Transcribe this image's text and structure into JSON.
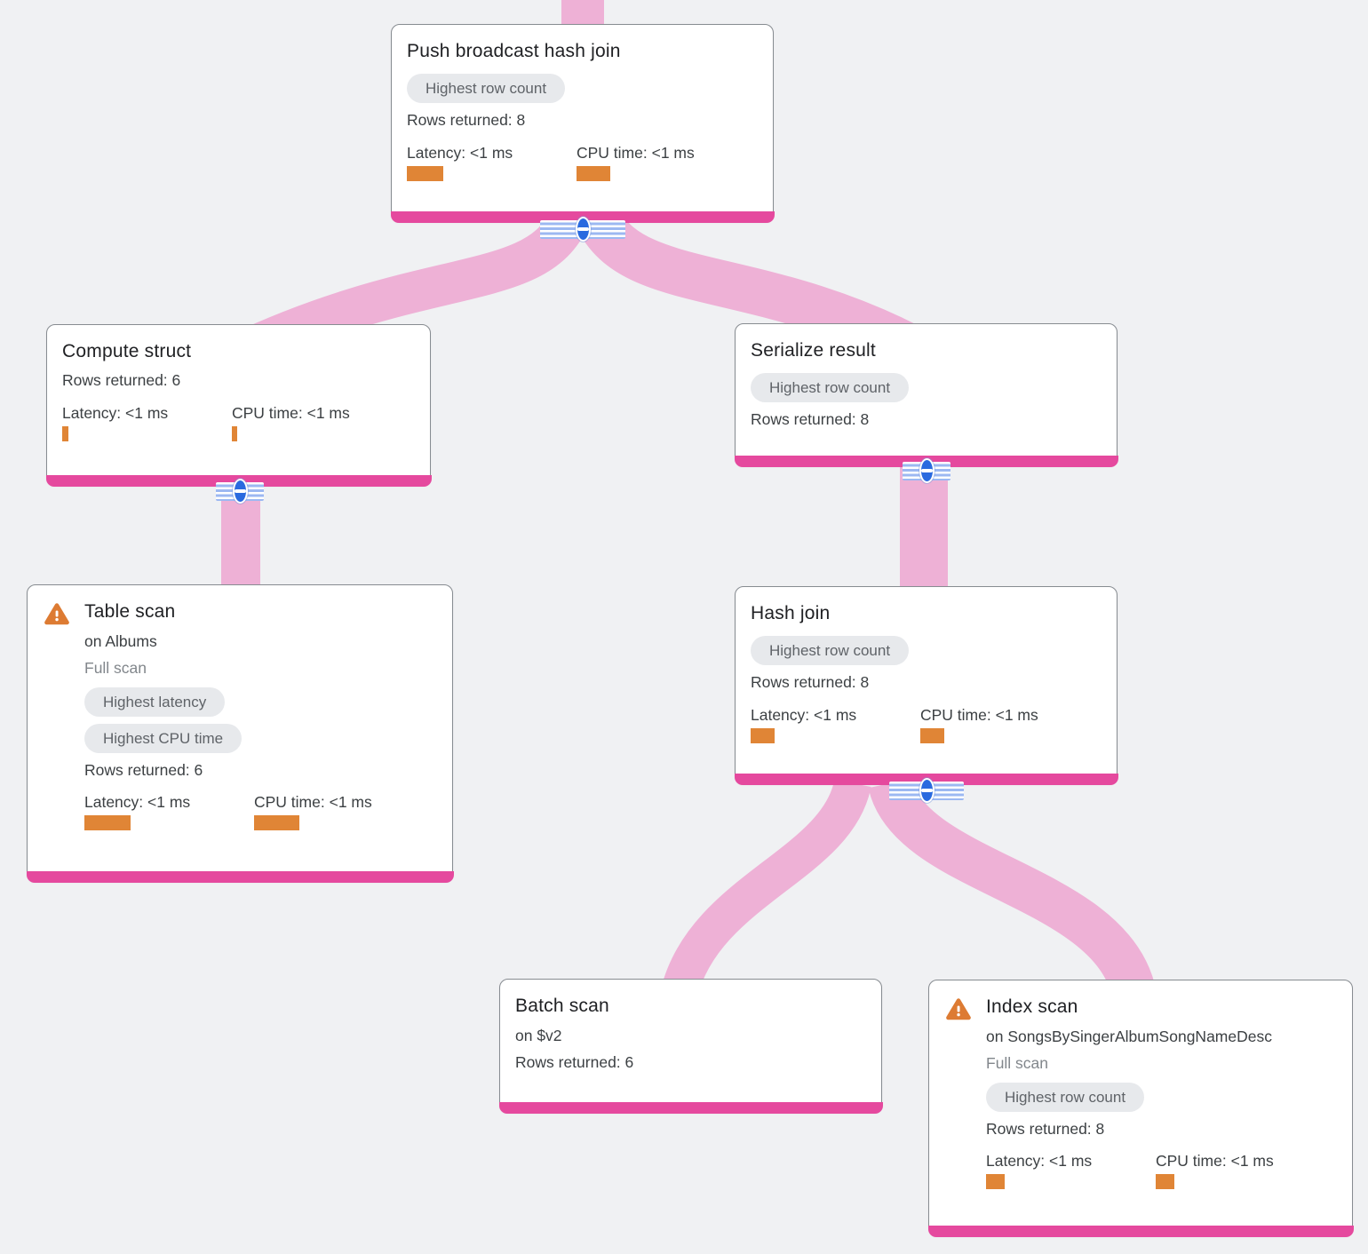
{
  "diagram": {
    "type": "query-execution-plan-tree",
    "colors": {
      "background": "#f0f1f3",
      "edge_pink": "#eeb1d6",
      "node_footer_magenta": "#e5499e",
      "metric_bar_orange": "#e08536",
      "warning_orange": "#dd7b33",
      "chip_bg": "#e7e9ec",
      "chip_text": "#5f6368",
      "collapse_button_blue": "#2a6adf",
      "stripe_blue": "#9cb8f2"
    }
  },
  "nodes": [
    {
      "title": "Push broadcast hash join",
      "badges": [
        "Highest row count"
      ],
      "rows_returned": "Rows returned: 8",
      "metrics": {
        "latency_label": "Latency: <1 ms",
        "latency_bar": 41,
        "cpu_label": "CPU time: <1 ms",
        "cpu_bar": 38
      }
    },
    {
      "title": "Compute struct",
      "rows_returned": "Rows returned: 6",
      "metrics": {
        "latency_label": "Latency: <1 ms",
        "latency_bar": 7,
        "cpu_label": "CPU time: <1 ms",
        "cpu_bar": 6
      }
    },
    {
      "title": "Serialize result",
      "badges": [
        "Highest row count"
      ],
      "rows_returned": "Rows returned: 8"
    },
    {
      "title": "Table scan",
      "warning": true,
      "subtitle": "on Albums",
      "scan_type": "Full scan",
      "badges": [
        "Highest latency",
        "Highest CPU time"
      ],
      "rows_returned": "Rows returned: 6",
      "metrics": {
        "latency_label": "Latency: <1 ms",
        "latency_bar": 52,
        "cpu_label": "CPU time: <1 ms",
        "cpu_bar": 51
      }
    },
    {
      "title": "Hash join",
      "badges": [
        "Highest row count"
      ],
      "rows_returned": "Rows returned: 8",
      "metrics": {
        "latency_label": "Latency: <1 ms",
        "latency_bar": 27,
        "cpu_label": "CPU time: <1 ms",
        "cpu_bar": 27
      }
    },
    {
      "title": "Batch scan",
      "subtitle": "on $v2",
      "rows_returned": "Rows returned: 6"
    },
    {
      "title": "Index scan",
      "warning": true,
      "subtitle": "on SongsBySingerAlbumSongNameDesc",
      "scan_type": "Full scan",
      "badges": [
        "Highest row count"
      ],
      "rows_returned": "Rows returned: 8",
      "metrics": {
        "latency_label": "Latency: <1 ms",
        "latency_bar": 21,
        "cpu_label": "CPU time: <1 ms",
        "cpu_bar": 21
      }
    }
  ]
}
